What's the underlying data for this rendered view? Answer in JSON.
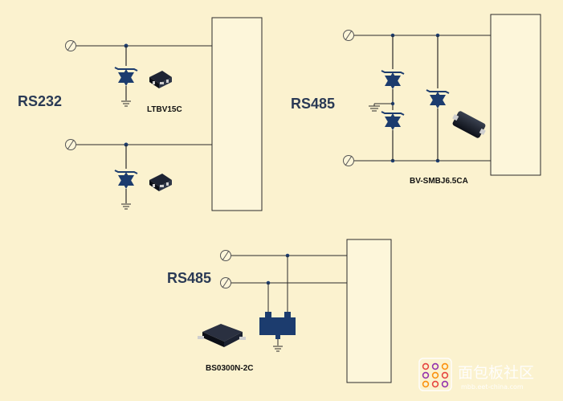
{
  "sections": {
    "rs232_top_left": {
      "label": "RS232",
      "part": "LTBV15C"
    },
    "rs485_top_right": {
      "label": "RS485",
      "part": "BV-SMBJ6.5CA"
    },
    "rs485_bottom": {
      "label": "RS485",
      "part": "BS0300N-2C"
    }
  },
  "watermark": {
    "name": "面包板社区",
    "url": "mbb.eet-china.com"
  },
  "colors": {
    "background": "#fbf2cf",
    "wire": "#2b2b2b",
    "diode": "#1c3c6e",
    "label": "#2a3a55"
  }
}
